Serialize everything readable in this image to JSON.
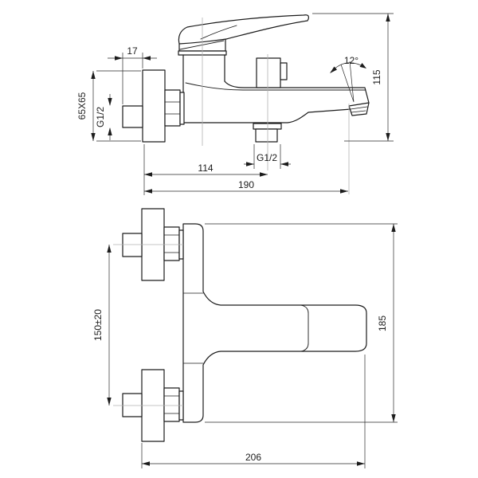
{
  "sheet": {
    "background": "#ffffff",
    "line_color": "#1c1c1c",
    "centerline_color": "#b3b3b3",
    "subject": "Wall-mounted single-lever bath mixer tap - dimensional technical drawing, side view and plan view"
  },
  "side_view": {
    "dims": {
      "plate_offset": "17",
      "plate_size": "65X65",
      "inlet_thread": "G1/2",
      "spout_angle": "12°",
      "overall_height": "115",
      "outlet_thread": "G1/2",
      "outlet_distance": "114",
      "spout_reach": "190"
    }
  },
  "plan_view": {
    "dims": {
      "inlet_spacing": "150±20",
      "body_length": "185",
      "overall_length": "206"
    }
  }
}
